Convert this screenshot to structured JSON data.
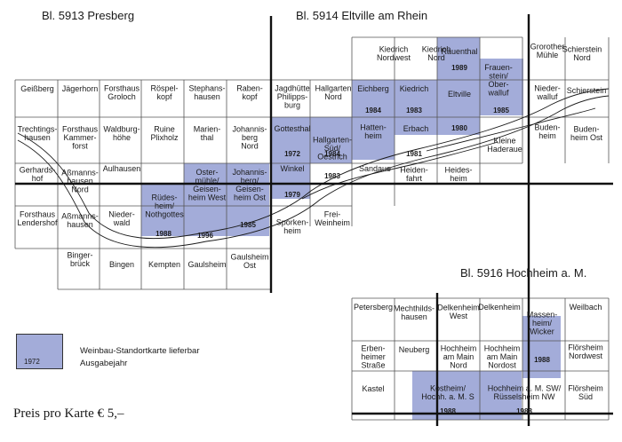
{
  "colors": {
    "highlight": "#a3acd9",
    "grid": "#555555",
    "heavy": "#111111"
  },
  "sheets": {
    "s5913": "Bl. 5913 Presberg",
    "s5914": "Bl. 5914 Eltville am Rhein",
    "s5916": "Bl. 5916 Hochheim a. M."
  },
  "legend": {
    "sample_year": "1972",
    "line1": "Weinbau-Standortkarte lieferbar",
    "line2": "Ausgabejahr"
  },
  "price": "Preis pro Karte € 5,–",
  "cells": [
    {
      "lines": [
        "Kiedrich",
        "Nordwest"
      ]
    },
    {
      "lines": [
        "Kiedrich",
        "Nord"
      ]
    },
    {
      "lines": [
        "Rauenthal"
      ],
      "available": true
    },
    {
      "lines": [
        "Grorother",
        "Mühle"
      ]
    },
    {
      "lines": [
        "Schierstein",
        "Nord"
      ]
    },
    {
      "lines": [
        "Geißberg"
      ]
    },
    {
      "lines": [
        "Jägerhorn"
      ]
    },
    {
      "lines": [
        "Forsthaus",
        "Groloch"
      ]
    },
    {
      "lines": [
        "Röspel-",
        "kopf"
      ]
    },
    {
      "lines": [
        "Stephans-",
        "hausen"
      ]
    },
    {
      "lines": [
        "Raben-",
        "kopf"
      ]
    },
    {
      "lines": [
        "Jagdhütte",
        "Philipps-",
        "burg"
      ]
    },
    {
      "lines": [
        "Hallgarten",
        "Nord"
      ]
    },
    {
      "lines": [
        "Eichberg"
      ],
      "available": true
    },
    {
      "lines": [
        "Kiedrich"
      ],
      "available": true
    },
    {
      "lines": [
        "Eltville"
      ],
      "available": true
    },
    {
      "lines": [
        "Frauen-",
        "stein/",
        "Ober-",
        "walluf"
      ],
      "available": true
    },
    {
      "lines": [
        "Nieder-",
        "walluf"
      ]
    },
    {
      "lines": [
        "Schierstein"
      ]
    },
    {
      "lines": [
        "Trechtings-",
        "hausen"
      ]
    },
    {
      "lines": [
        "Forsthaus",
        "Kammer-",
        "forst"
      ]
    },
    {
      "lines": [
        "Waldburg-",
        "höhe"
      ]
    },
    {
      "lines": [
        "Ruine",
        "Plixholz"
      ]
    },
    {
      "lines": [
        "Marien-",
        "thal"
      ]
    },
    {
      "lines": [
        "Johannis-",
        "berg",
        "Nord"
      ]
    },
    {
      "lines": [
        "Gottesthal"
      ],
      "available": true
    },
    {
      "lines": [
        "Hallgarten-",
        "Süd/",
        "Oestrich"
      ],
      "available": true
    },
    {
      "lines": [
        "Hatten-",
        "heim"
      ],
      "available": true
    },
    {
      "lines": [
        "Erbach"
      ],
      "available": true
    },
    {
      "lines": [
        "Kleine",
        "Haderaue"
      ]
    },
    {
      "lines": [
        "Buden-",
        "heim"
      ]
    },
    {
      "lines": [
        "Buden-",
        "heim Ost"
      ]
    },
    {
      "lines": [
        "Gerhards-",
        "hof"
      ]
    },
    {
      "lines": [
        "Aßmanns-",
        "hausen",
        "Nord"
      ]
    },
    {
      "lines": [
        "Aulhausen"
      ]
    },
    {
      "lines": [
        "Oster-",
        "mühle/",
        "Geisen-",
        "heim West"
      ],
      "available": true
    },
    {
      "lines": [
        "Johannis-",
        "berg/",
        "Geisen-",
        "heim Ost"
      ],
      "available": true
    },
    {
      "lines": [
        "Winkel"
      ],
      "available": true
    },
    {
      "lines": [
        "Sandaue"
      ]
    },
    {
      "lines": [
        "Heiden-",
        "fahrt"
      ]
    },
    {
      "lines": [
        "Heides-",
        "heim"
      ]
    },
    {
      "lines": [
        "Forsthaus",
        "Lendershof"
      ]
    },
    {
      "lines": [
        "Aßmanns-",
        "hausen"
      ]
    },
    {
      "lines": [
        "Nieder-",
        "wald"
      ]
    },
    {
      "lines": [
        "Rüdes-",
        "heim/",
        "Nothgottes"
      ],
      "available": true
    },
    {
      "lines": [
        "Sporken-",
        "heim"
      ]
    },
    {
      "lines": [
        "Frei-",
        "Weinheim"
      ]
    },
    {
      "lines": [
        "Binger-",
        "brück"
      ]
    },
    {
      "lines": [
        "Bingen"
      ]
    },
    {
      "lines": [
        "Kempten"
      ]
    },
    {
      "lines": [
        "Gaulsheim"
      ]
    },
    {
      "lines": [
        "Gaulsheim",
        "Ost"
      ]
    },
    {
      "lines": [
        "Petersberg"
      ]
    },
    {
      "lines": [
        "Mechthilds-",
        "hausen"
      ]
    },
    {
      "lines": [
        "Delkenheim",
        "West"
      ]
    },
    {
      "lines": [
        "Delkenheim"
      ]
    },
    {
      "lines": [
        "Massen-",
        "heim/",
        "Wicker"
      ],
      "available": true
    },
    {
      "lines": [
        "Weilbach"
      ]
    },
    {
      "lines": [
        "Erben-",
        "heimer",
        "Straße"
      ]
    },
    {
      "lines": [
        "Neuberg"
      ]
    },
    {
      "lines": [
        "Hochheim",
        "am Main",
        "Nord"
      ]
    },
    {
      "lines": [
        "Hochheim",
        "am Main",
        "Nordost"
      ]
    },
    {
      "lines": [
        "Flörsheim",
        "Nordwest"
      ]
    },
    {
      "lines": [
        "Kastel"
      ]
    },
    {
      "lines": [
        "Kostheim/",
        "Hochh. a. M. S"
      ],
      "available": true
    },
    {
      "lines": [
        "Hochheim a. M. SW/",
        "Rüsselsheim NW"
      ],
      "available": true
    },
    {
      "lines": [
        "Flörsheim",
        "Süd"
      ]
    }
  ],
  "years": [
    "1989",
    "1984",
    "1983",
    "1985",
    "1980",
    "1972",
    "1984",
    "1981",
    "1983",
    "1979",
    "1988",
    "1996",
    "1985",
    "1988",
    "1988",
    "1988"
  ]
}
